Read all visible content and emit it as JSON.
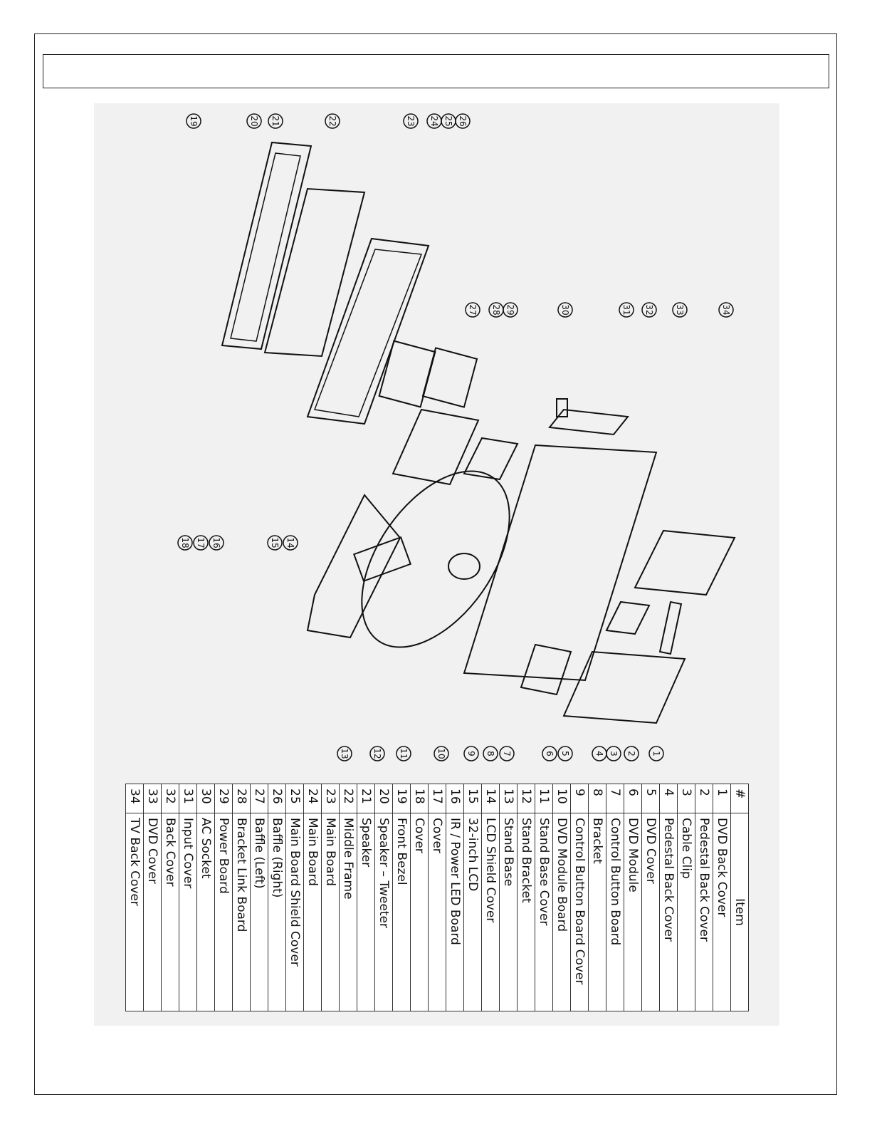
{
  "header_title": "",
  "table": {
    "headers": {
      "num": "#",
      "item": "Item"
    },
    "rows": [
      {
        "num": "1",
        "item": "DVD Back Cover"
      },
      {
        "num": "2",
        "item": "Pedestal Back Cover"
      },
      {
        "num": "3",
        "item": "Cable Clip"
      },
      {
        "num": "4",
        "item": "Pedestal Back Cover"
      },
      {
        "num": "5",
        "item": "DVD Cover"
      },
      {
        "num": "6",
        "item": "DVD Module"
      },
      {
        "num": "7",
        "item": "Control Button Board"
      },
      {
        "num": "8",
        "item": "Bracket"
      },
      {
        "num": "9",
        "item": "Control Button Board Cover"
      },
      {
        "num": "10",
        "item": "DVD Module Board"
      },
      {
        "num": "11",
        "item": "Stand Base Cover"
      },
      {
        "num": "12",
        "item": "Stand Bracket"
      },
      {
        "num": "13",
        "item": "Stand Base"
      },
      {
        "num": "14",
        "item": "LCD Shield Cover"
      },
      {
        "num": "15",
        "item": "32-inch LCD"
      },
      {
        "num": "16",
        "item": "IR / Power LED Board"
      },
      {
        "num": "17",
        "item": "Cover"
      },
      {
        "num": "18",
        "item": "Cover"
      },
      {
        "num": "19",
        "item": "Front Bezel"
      },
      {
        "num": "20",
        "item": "Speaker – Tweeter"
      },
      {
        "num": "21",
        "item": "Speaker"
      },
      {
        "num": "22",
        "item": "Middle Frame"
      },
      {
        "num": "23",
        "item": "Main Board"
      },
      {
        "num": "24",
        "item": "Main Board"
      },
      {
        "num": "25",
        "item": "Main Board Shield Cover"
      },
      {
        "num": "26",
        "item": "Baffle (Right)"
      },
      {
        "num": "27",
        "item": "Baffle (Left)"
      },
      {
        "num": "28",
        "item": "Bracket Link Board"
      },
      {
        "num": "29",
        "item": "Power Board"
      },
      {
        "num": "30",
        "item": "AC Socket"
      },
      {
        "num": "31",
        "item": "Input Cover"
      },
      {
        "num": "32",
        "item": "Back Cover"
      },
      {
        "num": "33",
        "item": "DVD Cover"
      },
      {
        "num": "34",
        "item": "TV Back Cover"
      }
    ]
  },
  "callouts": [
    "1",
    "2",
    "3",
    "4",
    "5",
    "6",
    "7",
    "8",
    "9",
    "10",
    "11",
    "12",
    "13",
    "14",
    "15",
    "16",
    "17",
    "18",
    "19",
    "20",
    "21",
    "22",
    "23",
    "24",
    "25",
    "26",
    "27",
    "28",
    "29",
    "30",
    "31",
    "32",
    "33",
    "34"
  ]
}
